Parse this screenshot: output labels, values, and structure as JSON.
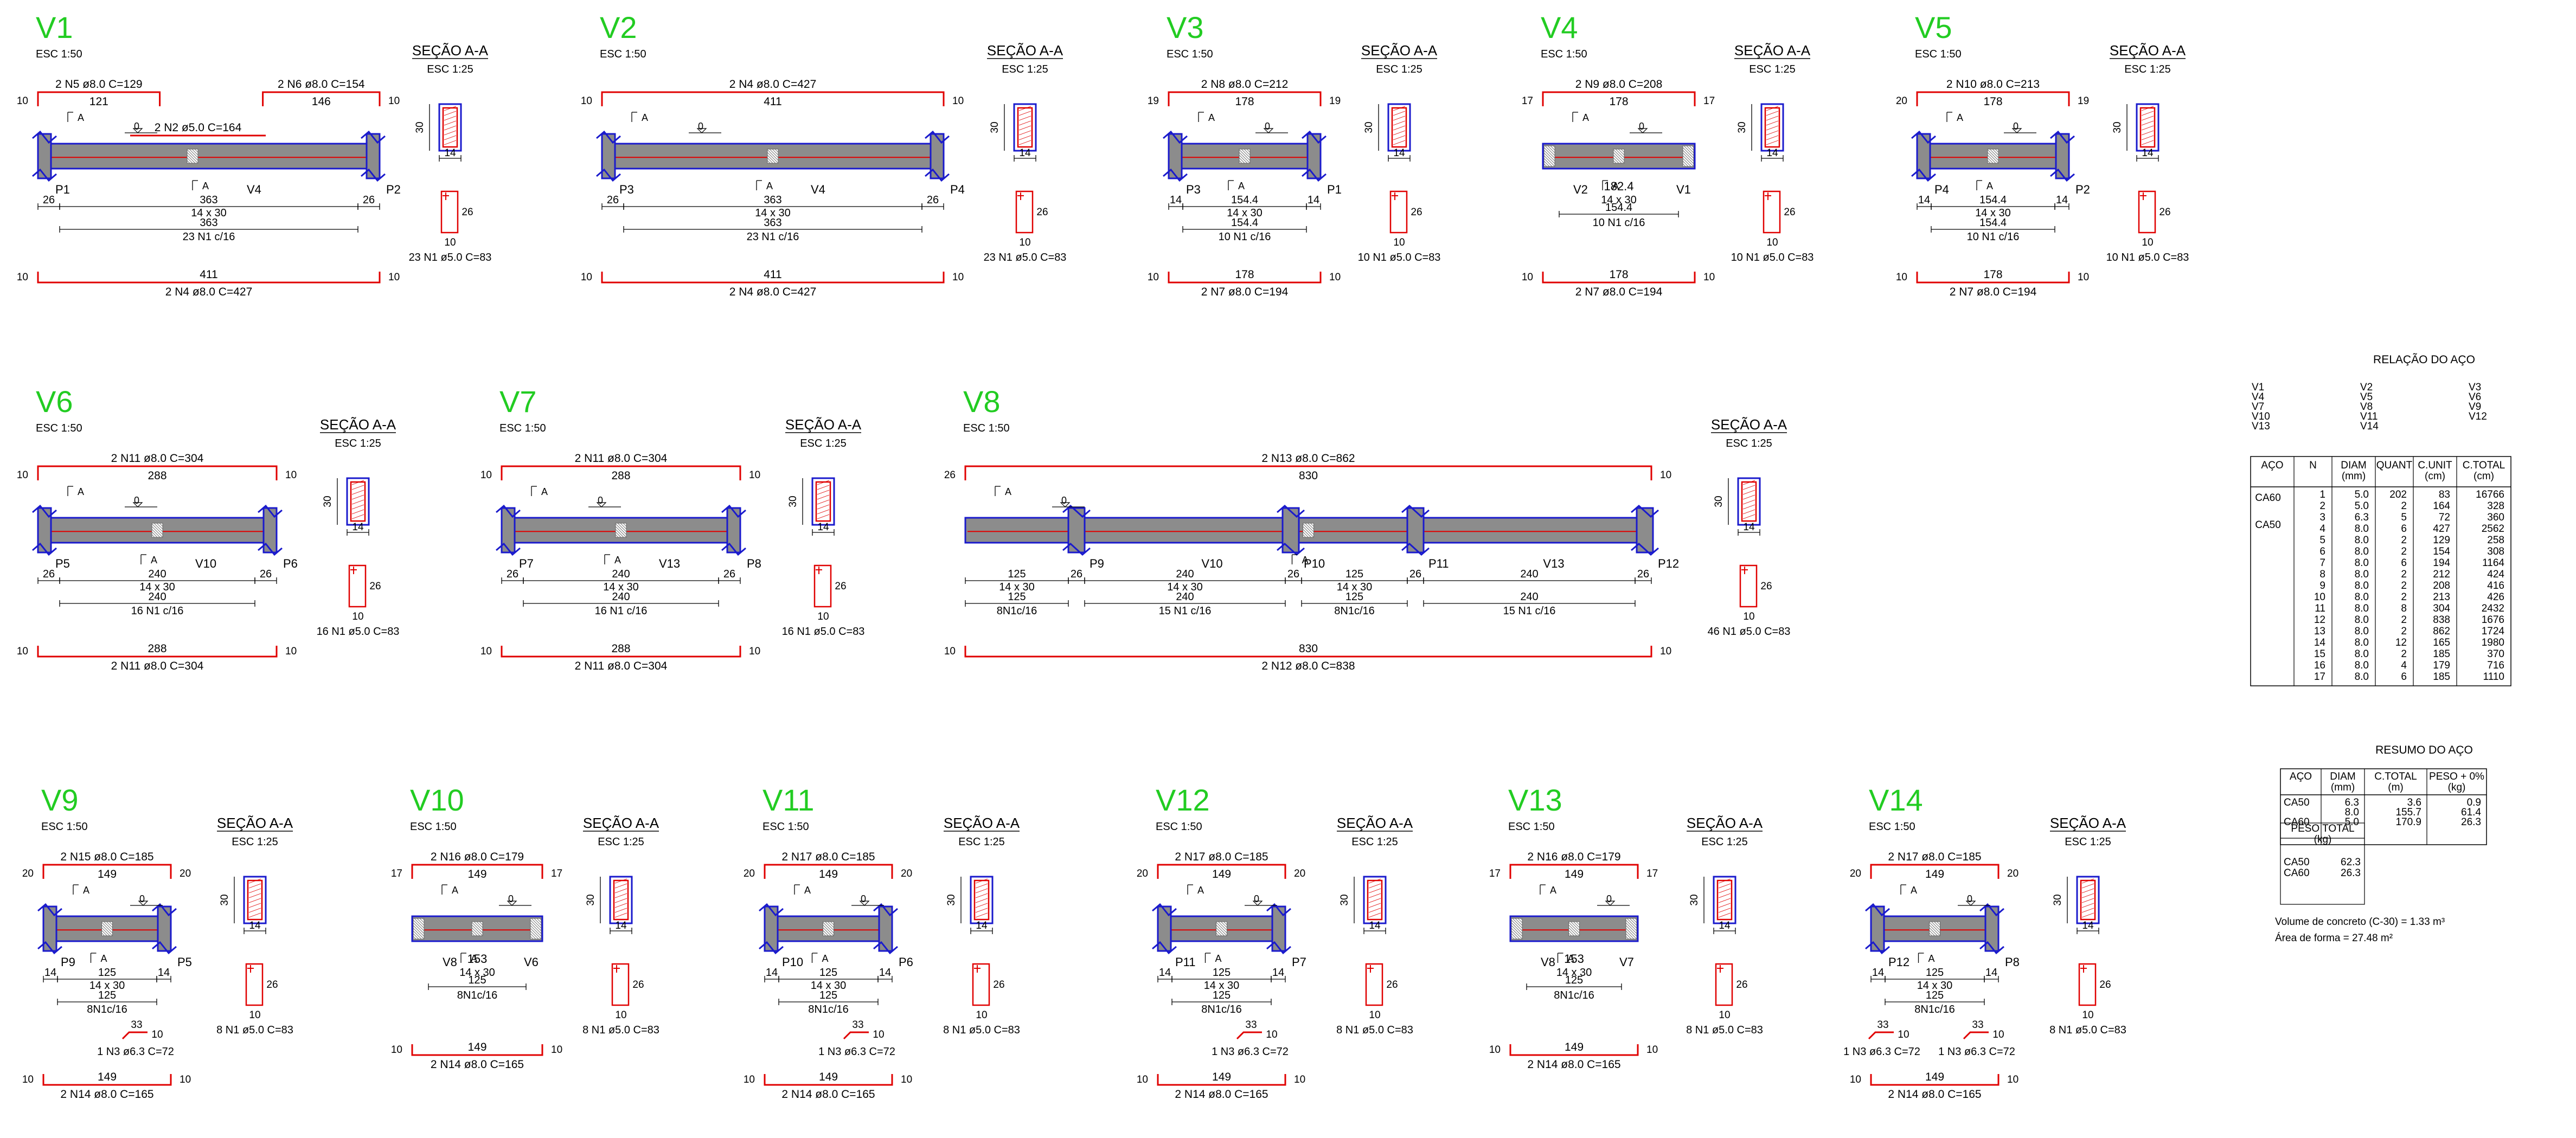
{
  "beams": [
    {
      "id": "V1",
      "scale": "ESC 1:50",
      "top_bars": [
        "2 N5 ø8.0 C=129",
        "2 N6 ø8.0 C=154"
      ],
      "top_dims": [
        "121",
        "146"
      ],
      "top_hooks": [
        "10",
        "10"
      ],
      "extra_bar": "2 N2 ø5.0 C=164",
      "supports": [
        "P1",
        "P2"
      ],
      "beam_label": "V4",
      "seg_dims": [
        "26",
        "363",
        "26"
      ],
      "section_dim": "14 x 30",
      "clear_span": "363",
      "stirrup_dist": "23 N1 c/16",
      "bottom_dim": "411",
      "bottom_hooks": [
        "10",
        "10"
      ],
      "bottom_bar": "2 N4 ø8.0 C=427",
      "section_title": "SEÇÃO A-A",
      "section_scale": "ESC 1:25",
      "section_h": "30",
      "section_w": "14",
      "stirrup_dims": [
        "26",
        "10"
      ],
      "stirrup_spec": "23 N1 ø5.0 C=83",
      "level": "0",
      "cut": "A"
    },
    {
      "id": "V2",
      "scale": "ESC 1:50",
      "top_bars": [
        "2 N4 ø8.0 C=427"
      ],
      "top_dims": [
        "411"
      ],
      "top_hooks": [
        "10",
        "10"
      ],
      "supports": [
        "P3",
        "P4"
      ],
      "beam_label": "V4",
      "seg_dims": [
        "26",
        "363",
        "26"
      ],
      "section_dim": "14 x 30",
      "clear_span": "363",
      "stirrup_dist": "23 N1 c/16",
      "bottom_dim": "411",
      "bottom_hooks": [
        "10",
        "10"
      ],
      "bottom_bar": "2 N4 ø8.0 C=427",
      "section_title": "SEÇÃO A-A",
      "section_scale": "ESC 1:25",
      "section_h": "30",
      "section_w": "14",
      "stirrup_dims": [
        "26",
        "10"
      ],
      "stirrup_spec": "23 N1 ø5.0 C=83",
      "level": "0",
      "cut": "A"
    },
    {
      "id": "V3",
      "scale": "ESC 1:50",
      "top_bars": [
        "2 N8 ø8.0 C=212"
      ],
      "top_dims": [
        "178"
      ],
      "top_hooks": [
        "19",
        "19"
      ],
      "supports": [
        "P3",
        "P1"
      ],
      "seg_dims": [
        "14",
        "154.4",
        "14"
      ],
      "section_dim": "14 x 30",
      "clear_span": "154.4",
      "stirrup_dist": "10 N1 c/16",
      "bottom_dim": "178",
      "bottom_hooks": [
        "10",
        "10"
      ],
      "bottom_bar": "2 N7 ø8.0 C=194",
      "section_title": "SEÇÃO A-A",
      "section_scale": "ESC 1:25",
      "section_h": "30",
      "section_w": "14",
      "stirrup_dims": [
        "26",
        "10"
      ],
      "stirrup_spec": "10 N1 ø5.0 C=83",
      "level": "0",
      "cut": "A"
    },
    {
      "id": "V4",
      "scale": "ESC 1:50",
      "top_bars": [
        "2 N9 ø8.0 C=208"
      ],
      "top_dims": [
        "178"
      ],
      "top_hooks": [
        "17",
        "17"
      ],
      "supports": [
        "V2",
        "V1"
      ],
      "beam_inner": "182.4",
      "section_dim": "14 x 30",
      "clear_span": "154.4",
      "stirrup_dist": "10 N1 c/16",
      "bottom_dim": "178",
      "bottom_hooks": [
        "10",
        "10"
      ],
      "bottom_bar": "2 N7 ø8.0 C=194",
      "section_title": "SEÇÃO A-A",
      "section_scale": "ESC 1:25",
      "section_h": "30",
      "section_w": "14",
      "stirrup_dims": [
        "26",
        "10"
      ],
      "stirrup_spec": "10 N1 ø5.0 C=83",
      "level": "0",
      "cut": "A"
    },
    {
      "id": "V5",
      "scale": "ESC 1:50",
      "top_bars": [
        "2 N10 ø8.0 C=213"
      ],
      "top_dims": [
        "178"
      ],
      "top_hooks": [
        "20",
        "19"
      ],
      "supports": [
        "P4",
        "P2"
      ],
      "seg_dims": [
        "14",
        "154.4",
        "14"
      ],
      "section_dim": "14 x 30",
      "clear_span": "154.4",
      "stirrup_dist": "10 N1 c/16",
      "bottom_dim": "178",
      "bottom_hooks": [
        "10",
        "10"
      ],
      "bottom_bar": "2 N7 ø8.0 C=194",
      "section_title": "SEÇÃO A-A",
      "section_scale": "ESC 1:25",
      "section_h": "30",
      "section_w": "14",
      "stirrup_dims": [
        "26",
        "10"
      ],
      "stirrup_spec": "10 N1 ø5.0 C=83",
      "level": "0",
      "cut": "A"
    },
    {
      "id": "V6",
      "scale": "ESC 1:50",
      "top_bars": [
        "2 N11 ø8.0 C=304"
      ],
      "top_dims": [
        "288"
      ],
      "top_hooks": [
        "10",
        "10"
      ],
      "supports": [
        "P5",
        "P6"
      ],
      "beam_label": "V10",
      "seg_dims": [
        "26",
        "240",
        "26"
      ],
      "section_dim": "14 x 30",
      "clear_span": "240",
      "stirrup_dist": "16 N1 c/16",
      "bottom_dim": "288",
      "bottom_hooks": [
        "10",
        "10"
      ],
      "bottom_bar": "2 N11 ø8.0 C=304",
      "section_title": "SEÇÃO A-A",
      "section_scale": "ESC 1:25",
      "section_h": "30",
      "section_w": "14",
      "stirrup_dims": [
        "26",
        "10"
      ],
      "stirrup_spec": "16 N1 ø5.0 C=83",
      "level": "0",
      "cut": "A"
    },
    {
      "id": "V7",
      "scale": "ESC 1:50",
      "top_bars": [
        "2 N11 ø8.0 C=304"
      ],
      "top_dims": [
        "288"
      ],
      "top_hooks": [
        "10",
        "10"
      ],
      "supports": [
        "P7",
        "P8"
      ],
      "beam_label": "V13",
      "seg_dims": [
        "26",
        "240",
        "26"
      ],
      "section_dim": "14 x 30",
      "clear_span": "240",
      "stirrup_dist": "16 N1 c/16",
      "bottom_dim": "288",
      "bottom_hooks": [
        "10",
        "10"
      ],
      "bottom_bar": "2 N11 ø8.0 C=304",
      "section_title": "SEÇÃO A-A",
      "section_scale": "ESC 1:25",
      "section_h": "30",
      "section_w": "14",
      "stirrup_dims": [
        "26",
        "10"
      ],
      "stirrup_spec": "16 N1 ø5.0 C=83",
      "level": "0",
      "cut": "A"
    },
    {
      "id": "V8",
      "scale": "ESC 1:50",
      "top_bars": [
        "2 N13 ø8.0 C=862"
      ],
      "top_dims": [
        "830"
      ],
      "top_hooks": [
        "26",
        "10"
      ],
      "supports": [
        "P9",
        "P10",
        "P11",
        "P12"
      ],
      "beam_labels": [
        "V10",
        "V13"
      ],
      "seg_dims": [
        "125",
        "26",
        "240",
        "26",
        "125",
        "26",
        "240",
        "26"
      ],
      "section_dims": [
        "14 x 30",
        "14 x 30",
        "14 x 30"
      ],
      "clear_spans": [
        "125",
        "240",
        "125",
        "240"
      ],
      "stirrup_dists": [
        "8N1c/16",
        "15 N1 c/16",
        "8N1c/16",
        "15 N1 c/16"
      ],
      "bottom_dim": "830",
      "bottom_hooks": [
        "10",
        "10"
      ],
      "bottom_bar": "2 N12 ø8.0 C=838",
      "section_title": "SEÇÃO A-A",
      "section_scale": "ESC 1:25",
      "section_h": "30",
      "section_w": "14",
      "stirrup_dims": [
        "26",
        "10"
      ],
      "stirrup_spec": "46 N1 ø5.0 C=83",
      "level": "0",
      "cut": "A"
    },
    {
      "id": "V9",
      "scale": "ESC 1:50",
      "top_bars": [
        "2 N15 ø8.0 C=185"
      ],
      "top_dims": [
        "149"
      ],
      "top_hooks": [
        "20",
        "20"
      ],
      "supports": [
        "P9",
        "P5"
      ],
      "seg_dims": [
        "14",
        "125",
        "14"
      ],
      "section_dim": "14 x 30",
      "clear_span": "125",
      "stirrup_dist": "8N1c/16",
      "n3_dims": [
        "33",
        "10"
      ],
      "n3_spec": "1 N3 ø6.3 C=72",
      "bottom_dim": "149",
      "bottom_hooks": [
        "10",
        "10"
      ],
      "bottom_bar": "2 N14 ø8.0 C=165",
      "section_title": "SEÇÃO A-A",
      "section_scale": "ESC 1:25",
      "section_h": "30",
      "section_w": "14",
      "stirrup_dims": [
        "26",
        "10"
      ],
      "stirrup_spec": "8 N1 ø5.0 C=83",
      "level": "0",
      "cut": "A"
    },
    {
      "id": "V10",
      "scale": "ESC 1:50",
      "top_bars": [
        "2 N16 ø8.0 C=179"
      ],
      "top_dims": [
        "149"
      ],
      "top_hooks": [
        "17",
        "17"
      ],
      "supports": [
        "V8",
        "V6"
      ],
      "beam_inner": "153",
      "section_dim": "14 x 30",
      "clear_span": "125",
      "stirrup_dist": "8N1c/16",
      "bottom_dim": "149",
      "bottom_hooks": [
        "10",
        "10"
      ],
      "bottom_bar": "2 N14 ø8.0 C=165",
      "section_title": "SEÇÃO A-A",
      "section_scale": "ESC 1:25",
      "section_h": "30",
      "section_w": "14",
      "stirrup_dims": [
        "26",
        "10"
      ],
      "stirrup_spec": "8 N1 ø5.0 C=83",
      "level": "0",
      "cut": "A"
    },
    {
      "id": "V11",
      "scale": "ESC 1:50",
      "top_bars": [
        "2 N17 ø8.0 C=185"
      ],
      "top_dims": [
        "149"
      ],
      "top_hooks": [
        "20",
        "20"
      ],
      "supports": [
        "P10",
        "P6"
      ],
      "seg_dims": [
        "14",
        "125",
        "14"
      ],
      "section_dim": "14 x 30",
      "clear_span": "125",
      "stirrup_dist": "8N1c/16",
      "n3_dims": [
        "33",
        "10"
      ],
      "n3_spec": "1 N3 ø6.3 C=72",
      "bottom_dim": "149",
      "bottom_hooks": [
        "10",
        "10"
      ],
      "bottom_bar": "2 N14 ø8.0 C=165",
      "section_title": "SEÇÃO A-A",
      "section_scale": "ESC 1:25",
      "section_h": "30",
      "section_w": "14",
      "stirrup_dims": [
        "26",
        "10"
      ],
      "stirrup_spec": "8 N1 ø5.0 C=83",
      "level": "0",
      "cut": "A"
    },
    {
      "id": "V12",
      "scale": "ESC 1:50",
      "top_bars": [
        "2 N17 ø8.0 C=185"
      ],
      "top_dims": [
        "149"
      ],
      "top_hooks": [
        "20",
        "20"
      ],
      "supports": [
        "P11",
        "P7"
      ],
      "seg_dims": [
        "14",
        "125",
        "14"
      ],
      "section_dim": "14 x 30",
      "clear_span": "125",
      "stirrup_dist": "8N1c/16",
      "n3_dims": [
        "33",
        "10"
      ],
      "n3_spec": "1 N3 ø6.3 C=72",
      "bottom_dim": "149",
      "bottom_hooks": [
        "10",
        "10"
      ],
      "bottom_bar": "2 N14 ø8.0 C=165",
      "section_title": "SEÇÃO A-A",
      "section_scale": "ESC 1:25",
      "section_h": "30",
      "section_w": "14",
      "stirrup_dims": [
        "26",
        "10"
      ],
      "stirrup_spec": "8 N1 ø5.0 C=83",
      "level": "0",
      "cut": "A"
    },
    {
      "id": "V13",
      "scale": "ESC 1:50",
      "top_bars": [
        "2 N16 ø8.0 C=179"
      ],
      "top_dims": [
        "149"
      ],
      "top_hooks": [
        "17",
        "17"
      ],
      "supports": [
        "V8",
        "V7"
      ],
      "beam_inner": "153",
      "section_dim": "14 x 30",
      "clear_span": "125",
      "stirrup_dist": "8N1c/16",
      "bottom_dim": "149",
      "bottom_hooks": [
        "10",
        "10"
      ],
      "bottom_bar": "2 N14 ø8.0 C=165",
      "section_title": "SEÇÃO A-A",
      "section_scale": "ESC 1:25",
      "section_h": "30",
      "section_w": "14",
      "stirrup_dims": [
        "26",
        "10"
      ],
      "stirrup_spec": "8 N1 ø5.0 C=83",
      "level": "0",
      "cut": "A"
    },
    {
      "id": "V14",
      "scale": "ESC 1:50",
      "top_bars": [
        "2 N17 ø8.0 C=185"
      ],
      "top_dims": [
        "149"
      ],
      "top_hooks": [
        "20",
        "20"
      ],
      "supports": [
        "P12",
        "P8"
      ],
      "seg_dims": [
        "14",
        "125",
        "14"
      ],
      "section_dim": "14 x 30",
      "clear_span": "125",
      "stirrup_dist": "8N1c/16",
      "n3_dims": [
        "33",
        "10"
      ],
      "n3_spec": "1 N3 ø6.3 C=72",
      "n3_spec2": "1 N3 ø6.3 C=72",
      "bottom_dim": "149",
      "bottom_hooks": [
        "10",
        "10"
      ],
      "bottom_bar": "2 N14 ø8.0 C=165",
      "section_title": "SEÇÃO A-A",
      "section_scale": "ESC 1:25",
      "section_h": "30",
      "section_w": "14",
      "stirrup_dims": [
        "26",
        "10"
      ],
      "stirrup_spec": "8 N1 ø5.0 C=83",
      "level": "0",
      "cut": "A"
    }
  ],
  "steel_relation": {
    "title": "RELAÇÃO DO AÇO",
    "beam_list": [
      [
        "V1",
        "V2",
        "V3"
      ],
      [
        "V4",
        "V5",
        "V6"
      ],
      [
        "V7",
        "V8",
        "V9"
      ],
      [
        "V10",
        "V11",
        "V12"
      ],
      [
        "V13",
        "V14",
        ""
      ]
    ],
    "headers": [
      "AÇO",
      "N",
      "DIAM\n(mm)",
      "QUANT",
      "C.UNIT\n(cm)",
      "C.TOTAL\n(cm)"
    ],
    "steel_labels": [
      "CA60",
      "CA50"
    ],
    "rows": [
      [
        "1",
        "5.0",
        "202",
        "83",
        "16766"
      ],
      [
        "2",
        "5.0",
        "2",
        "164",
        "328"
      ],
      [
        "3",
        "6.3",
        "5",
        "72",
        "360"
      ],
      [
        "4",
        "8.0",
        "6",
        "427",
        "2562"
      ],
      [
        "5",
        "8.0",
        "2",
        "129",
        "258"
      ],
      [
        "6",
        "8.0",
        "2",
        "154",
        "308"
      ],
      [
        "7",
        "8.0",
        "6",
        "194",
        "1164"
      ],
      [
        "8",
        "8.0",
        "2",
        "212",
        "424"
      ],
      [
        "9",
        "8.0",
        "2",
        "208",
        "416"
      ],
      [
        "10",
        "8.0",
        "2",
        "213",
        "426"
      ],
      [
        "11",
        "8.0",
        "8",
        "304",
        "2432"
      ],
      [
        "12",
        "8.0",
        "2",
        "838",
        "1676"
      ],
      [
        "13",
        "8.0",
        "2",
        "862",
        "1724"
      ],
      [
        "14",
        "8.0",
        "12",
        "165",
        "1980"
      ],
      [
        "15",
        "8.0",
        "2",
        "185",
        "370"
      ],
      [
        "16",
        "8.0",
        "4",
        "179",
        "716"
      ],
      [
        "17",
        "8.0",
        "6",
        "185",
        "1110"
      ]
    ]
  },
  "steel_summary": {
    "title": "RESUMO DO AÇO",
    "headers": [
      "AÇO",
      "DIAM\n(mm)",
      "C.TOTAL\n(m)",
      "PESO + 0%\n(kg)"
    ],
    "rows": [
      [
        "CA50",
        "6.3",
        "3.6",
        "0.9"
      ],
      [
        "",
        "8.0",
        "155.7",
        "61.4"
      ],
      [
        "CA60",
        "5.0",
        "170.9",
        "26.3"
      ]
    ],
    "total_title": "PESO TOTAL\n(kg)",
    "totals": [
      [
        "CA50",
        "62.3"
      ],
      [
        "CA60",
        "26.3"
      ]
    ],
    "concrete": "Volume de concreto (C-30) = 1.33 m³",
    "formwork": "Área de forma = 27.48 m²"
  },
  "colors": {
    "title": "#22cc22",
    "bar": "#e00000",
    "support": "#1a1acc",
    "beam": "#8c8c8c",
    "line": "#000000"
  }
}
